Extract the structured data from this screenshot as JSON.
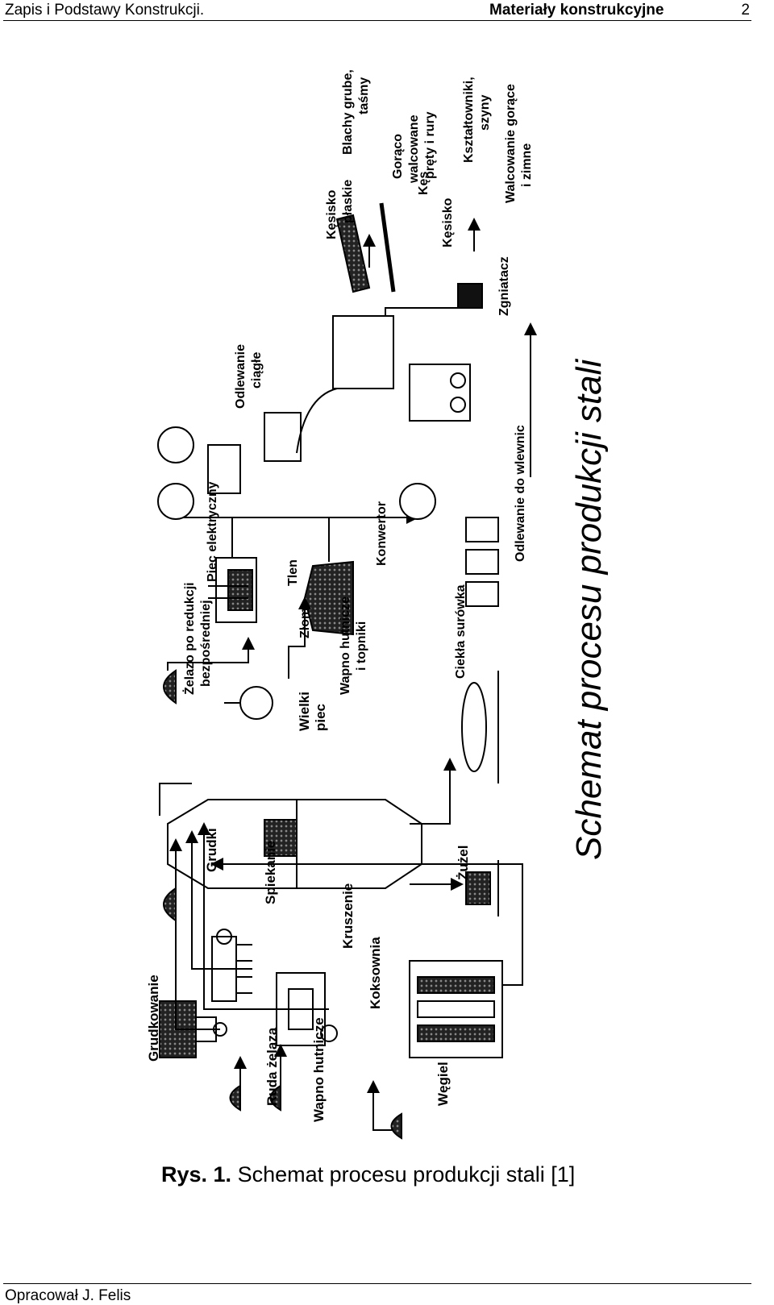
{
  "header": {
    "left": "Zapis i Podstawy Konstrukcji.",
    "center": "Materiały konstrukcyjne",
    "page": "2"
  },
  "figure": {
    "title": "Schemat procesu produkcji stali",
    "labels": {
      "grudkowanie": "Grudkowanie",
      "ruda": "Ruda żelaza",
      "wapno1": "Wapno hutnicze",
      "grudki": "Grudki",
      "spiekanie": "Spiekanie",
      "kruszenie": "Kruszenie",
      "koksownia": "Koksownia",
      "wegiel": "Węgiel",
      "zuzel": "Żużel",
      "wielki_piec_1": "Wielki",
      "wielki_piec_2": "piec",
      "zelazo_1": "Żelazo po redukcji",
      "zelazo_2": "bezpośredniej",
      "zlom": "Złom",
      "wapno2_1": "Wapno hutnicze",
      "wapno2_2": "i topniki",
      "ciekla": "Ciekła surówka",
      "piec_el": "Piec elektryczny",
      "tlen": "Tlen",
      "konwertor": "Konwertor",
      "odlewanie_wl": "Odlewanie do wlewnic",
      "odlewanie_c1": "Odlewanie",
      "odlewanie_c2": "ciągłe",
      "zgniatacz": "Zgniatacz",
      "kesisko_pl_1": "Kęsisko",
      "kesisko_pl_2": "płaskie",
      "kes": "Kęs",
      "kesisko": "Kęsisko",
      "blachy_1": "Blachy grube,",
      "blachy_2": "taśmy",
      "goraco_1": "Gorąco",
      "goraco_2": "walcowane",
      "goraco_3": "pręty i rury",
      "kszt_1": "Kształtowniki,",
      "kszt_2": "szyny",
      "walc_1": "Walcowanie gorące",
      "walc_2": "i zimne"
    }
  },
  "caption": {
    "label": "Rys. 1.",
    "text": "Schemat procesu produkcji stali [1]"
  },
  "footer": {
    "author": "Opracował J. Felis"
  }
}
